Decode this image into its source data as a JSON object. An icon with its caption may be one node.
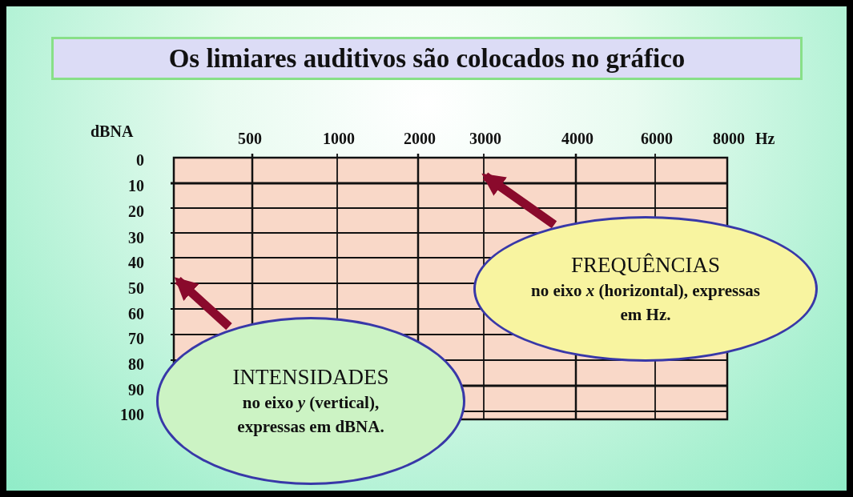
{
  "diagram": {
    "nodes": [
      {
        "text": [
          "Os limiares auditivos são colocados no gráfico"
        ]
      },
      {
        "text": [
          "FREQUÊNCIAS",
          "no eixo *x* (horizontal), expressas em Hz."
        ]
      },
      {
        "text": [
          "INTENSIDADES",
          "no eixo *y* (vertical), expressas em dBNA."
        ]
      }
    ],
    "edges": [
      {
        "from": 1,
        "to": null,
        "arrow": "to"
      },
      {
        "from": 2,
        "to": null,
        "arrow": "to"
      }
    ],
    "labels": [
      "dBNA",
      "500",
      "1000",
      "2000",
      "3000",
      "4000",
      "6000",
      "8000",
      "Hz",
      "0",
      "10",
      "20",
      "30",
      "40",
      "50",
      "60",
      "70",
      "80",
      "90",
      "100"
    ]
  }
}
